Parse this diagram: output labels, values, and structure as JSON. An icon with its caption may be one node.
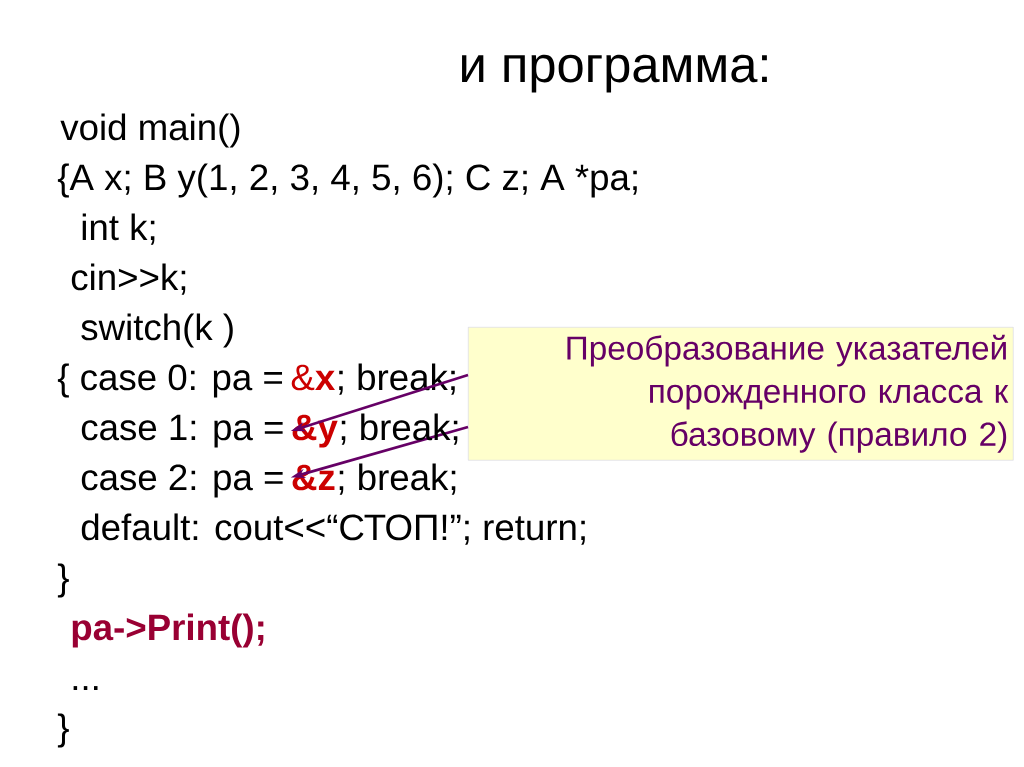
{
  "diagram": {
    "title": "и программа:",
    "nodes": [
      {
        "text": [
          "Преобразование указателей порожденного класса к базовому (правило 2)"
        ]
      },
      {
        "text": [
          "&y"
        ]
      },
      {
        "text": [
          "&z"
        ]
      }
    ],
    "edges": [
      {
        "from": 0,
        "to": 1,
        "arrow": "to",
        "color": "#660066"
      },
      {
        "from": 0,
        "to": 2,
        "arrow": "to",
        "color": "#660066"
      }
    ],
    "labels": [
      "void main()",
      "{A x; B y(1, 2, 3, 4, 5, 6); C z; A *pa;",
      "int k;",
      "cin>>k;",
      "switch(k )",
      "{ case 0: pa =",
      "&**x**",
      "; break;",
      "case 1: pa =",
      "; break;",
      "case 2: pa =",
      "; break;",
      "default: cout<<“СТОП!”; return;",
      "}",
      "pa->Print();",
      "...",
      "}"
    ]
  }
}
